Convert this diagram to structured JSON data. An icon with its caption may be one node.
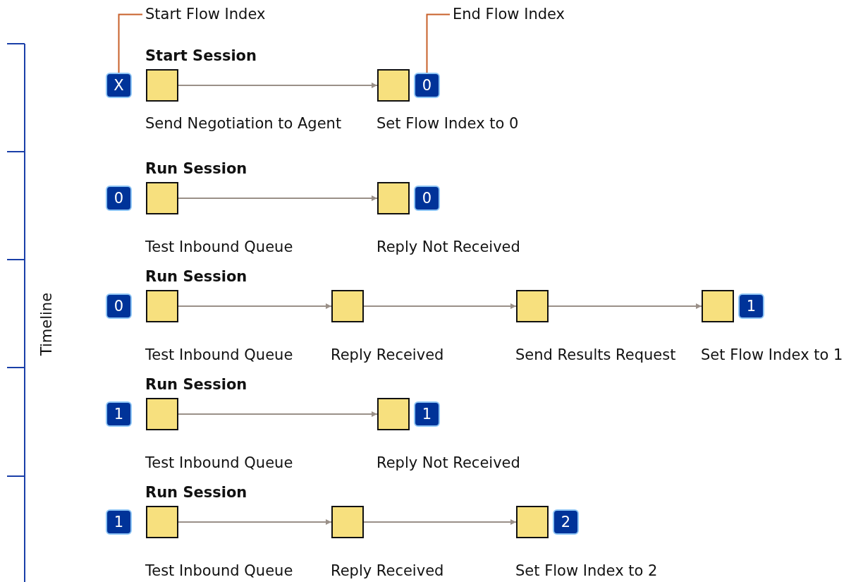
{
  "diagram": {
    "nodes": [
      {
        "text": [
          "Start Flow Index"
        ]
      },
      {
        "text": [
          "End Flow Index"
        ]
      },
      {
        "text": [
          "X"
        ]
      },
      {
        "text": [],
        "shape": "box",
        "beside": [
          "Send Negotiation to Agent"
        ]
      },
      {
        "text": [],
        "shape": "box",
        "beside": [
          "Set Flow Index to 0"
        ]
      },
      {
        "text": [
          "0"
        ]
      },
      {
        "text": [
          "0"
        ]
      },
      {
        "text": [],
        "shape": "box",
        "beside": [
          "Test Inbound Queue"
        ]
      },
      {
        "text": [],
        "shape": "box",
        "beside": [
          "Reply Not Received"
        ]
      },
      {
        "text": [
          "0"
        ]
      },
      {
        "text": [
          "0"
        ]
      },
      {
        "text": [],
        "shape": "box",
        "beside": [
          "Test Inbound Queue"
        ]
      },
      {
        "text": [],
        "shape": "box",
        "beside": [
          "Reply Received"
        ]
      },
      {
        "text": [],
        "shape": "box",
        "beside": [
          "Send Results Request"
        ]
      },
      {
        "text": [],
        "shape": "box",
        "beside": [
          "Set Flow Index to 1"
        ]
      },
      {
        "text": [
          "1"
        ]
      },
      {
        "text": [
          "1"
        ]
      },
      {
        "text": [],
        "shape": "box",
        "beside": [
          "Test Inbound Queue"
        ]
      },
      {
        "text": [],
        "shape": "box",
        "beside": [
          "Reply Not Received"
        ]
      },
      {
        "text": [
          "1"
        ]
      },
      {
        "text": [
          "1"
        ]
      },
      {
        "text": [],
        "shape": "box",
        "beside": [
          "Test Inbound Queue"
        ]
      },
      {
        "text": [],
        "shape": "box",
        "beside": [
          "Reply Received"
        ]
      },
      {
        "text": [],
        "shape": "box",
        "beside": [
          "Set Flow Index to 2"
        ]
      },
      {
        "text": [
          "2"
        ]
      }
    ],
    "edges": [
      {
        "from": 0,
        "to": 2,
        "arrow": "none",
        "color": "#c8602a"
      },
      {
        "from": 1,
        "to": 5,
        "arrow": "none",
        "color": "#c8602a"
      },
      {
        "from": 3,
        "to": 4,
        "arrow": "to"
      },
      {
        "from": 7,
        "to": 8,
        "arrow": "to"
      },
      {
        "from": 11,
        "to": 12,
        "arrow": "to"
      },
      {
        "from": 12,
        "to": 13,
        "arrow": "to"
      },
      {
        "from": 13,
        "to": 14,
        "arrow": "to"
      },
      {
        "from": 17,
        "to": 18,
        "arrow": "to"
      },
      {
        "from": 21,
        "to": 22,
        "arrow": "to"
      },
      {
        "from": 22,
        "to": 23,
        "arrow": "to"
      }
    ],
    "labels": [
      "Start Session",
      "Run Session",
      "Run Session",
      "Run Session",
      "Timeline",
      "Run Session"
    ]
  }
}
